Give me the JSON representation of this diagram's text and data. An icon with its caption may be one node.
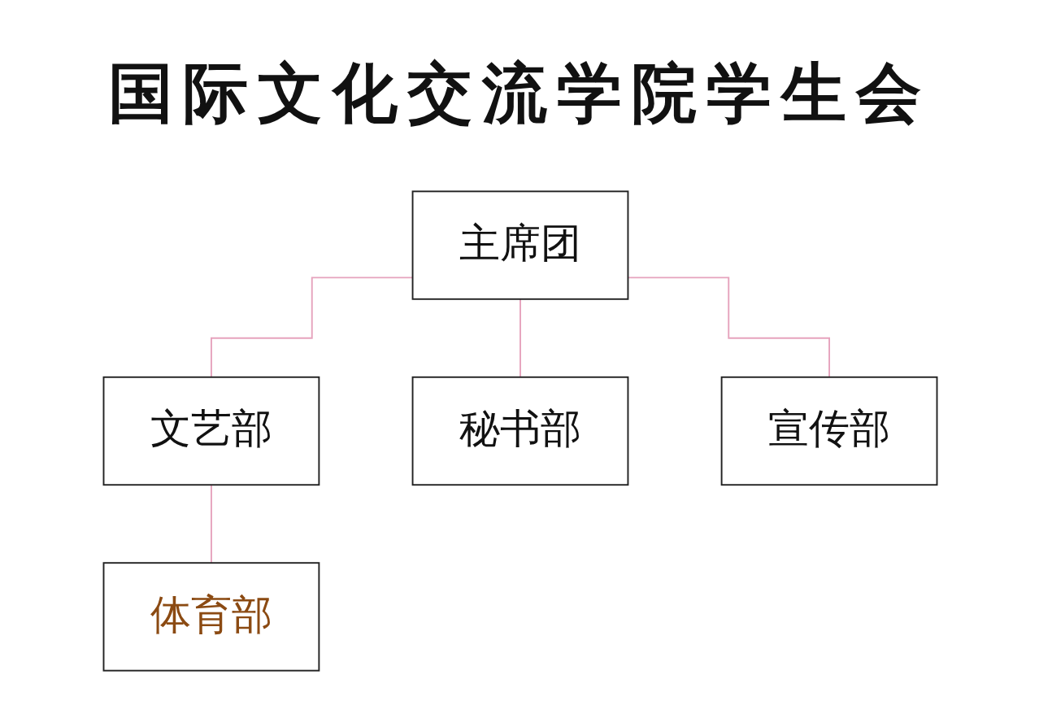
{
  "diagram": {
    "title": "国际文化交流学院学生会",
    "nodes": [
      {
        "text": [
          "主席团"
        ]
      },
      {
        "text": [
          "文艺部"
        ]
      },
      {
        "text": [
          "秘书部"
        ]
      },
      {
        "text": [
          "宣传部"
        ]
      },
      {
        "text": [
          "体育部"
        ]
      }
    ],
    "edges": [
      {
        "from": 0,
        "to": 1,
        "arrow": "none"
      },
      {
        "from": 0,
        "to": 2,
        "arrow": "none"
      },
      {
        "from": 0,
        "to": 3,
        "arrow": "none"
      },
      {
        "from": 1,
        "to": 4,
        "arrow": "none"
      }
    ]
  }
}
